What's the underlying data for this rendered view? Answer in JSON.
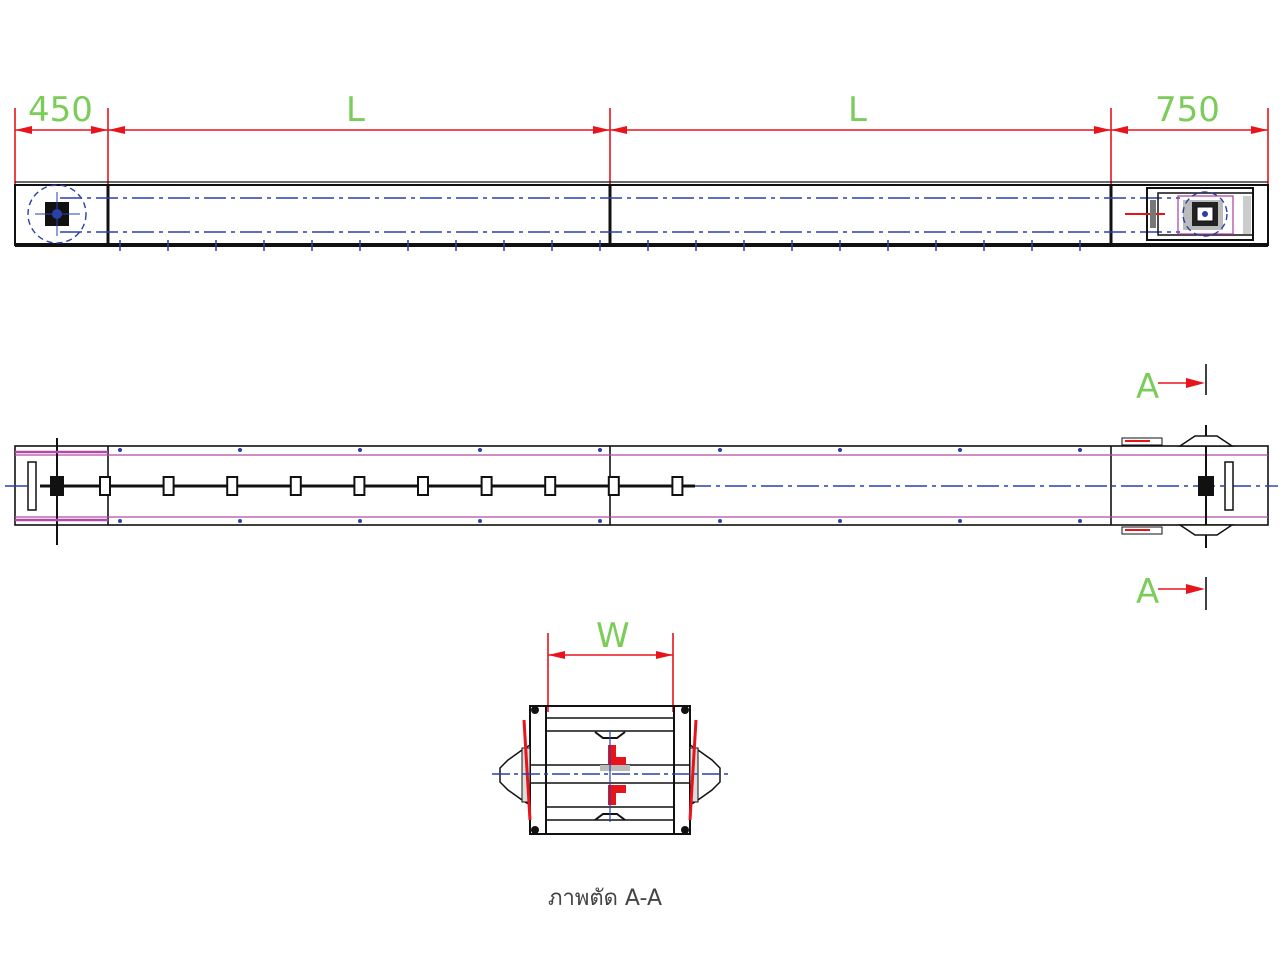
{
  "dimensions": {
    "left_end": "450",
    "section_1": "L",
    "section_2": "L",
    "right_end": "750",
    "width": "W"
  },
  "section_markers": [
    "A",
    "A"
  ],
  "section_caption": "ภาพตัด A-A",
  "colors": {
    "dimension_line": "#e8141c",
    "dimension_text": "#7ccc5a",
    "center_line": "#2a3fa8",
    "outline": "#111111",
    "hidden": "#b04aa8"
  }
}
